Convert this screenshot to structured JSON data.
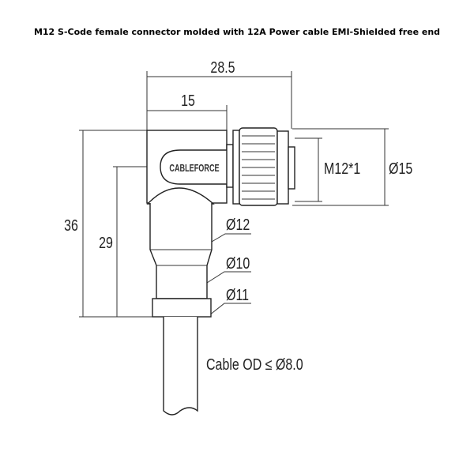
{
  "title": "M12 S-Code female connector molded with 12A Power cable EMI-Shielded free end",
  "brand_label": "CABLEFORCE",
  "dimensions": {
    "overall_length": "28.5",
    "body_length": "15",
    "overall_height": "36",
    "body_height": "29",
    "thread": "M12*1",
    "nut_diameter": "Ø15",
    "body_diameter": "Ø12",
    "neck_diameter": "Ø10",
    "collar_diameter": "Ø11",
    "cable": "Cable OD ≤ Ø8.0"
  }
}
